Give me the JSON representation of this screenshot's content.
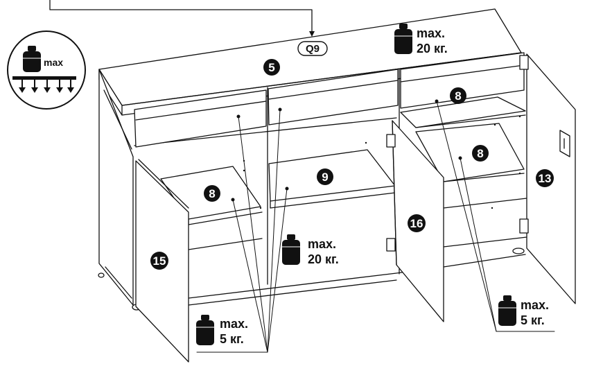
{
  "badges": {
    "top": "5",
    "upper_right_shelf": "8",
    "middle_right_shelf": "8",
    "left_shelf": "8",
    "center_shelf": "9",
    "right_door": "13",
    "left_door": "15",
    "middle_door": "16"
  },
  "rail_label": "Q9",
  "load_labels": {
    "top": {
      "line1": "max.",
      "line2": "20 кг."
    },
    "bottom": {
      "line1": "max.",
      "line2": "20 кг."
    },
    "left_shelf": {
      "line1": "max.",
      "line2": "5 кг."
    },
    "right_shelf": {
      "line1": "max.",
      "line2": "5 кг."
    }
  },
  "legend": {
    "text": "max",
    "icon": "weight-load-icon"
  },
  "colors": {
    "line": "#111111",
    "fill": "#ffffff",
    "badge": "#111111"
  }
}
